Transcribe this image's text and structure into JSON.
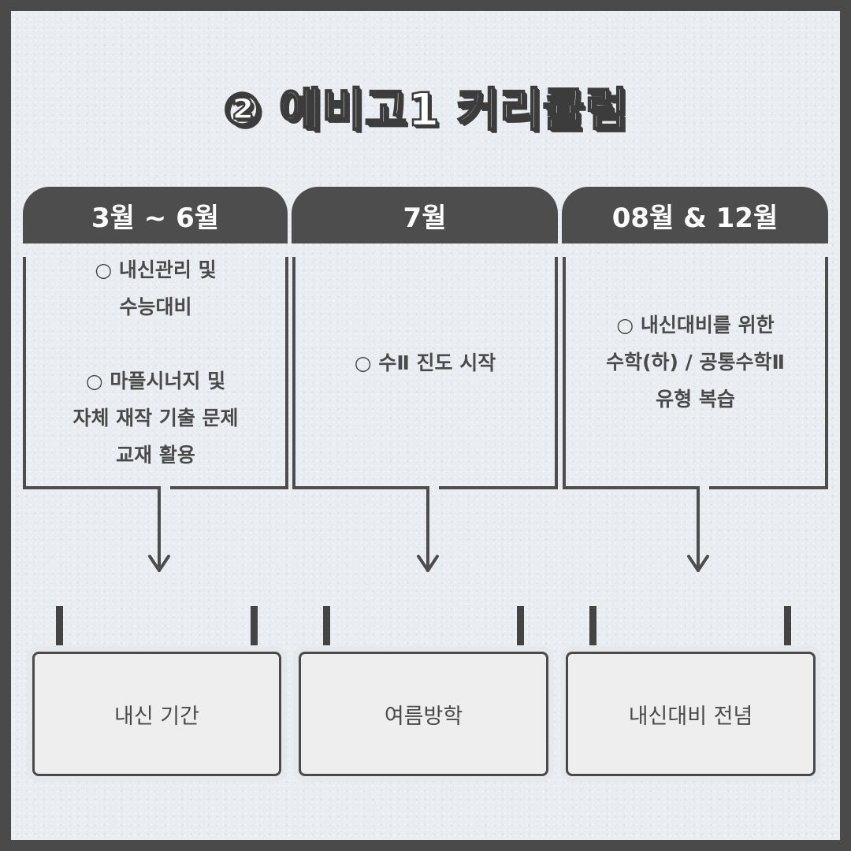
{
  "title": "② 예비고1 커리큘럼",
  "columns": [
    {
      "period": "3월 ~ 6월",
      "lines": [
        "○ 내신관리 및",
        "수능대비",
        "",
        "○ 마플시너지 및",
        "자체 재작 기출 문제",
        "교재 활용"
      ],
      "result": "내신 기간"
    },
    {
      "period": "7월",
      "lines": [
        "○ 수Ⅱ 진도 시작"
      ],
      "result": "여름방학"
    },
    {
      "period": "08월 & 12월",
      "lines": [
        "○ 내신대비를 위한",
        "수학(하) / 공통수학Ⅱ",
        "유형 복습"
      ],
      "result": "내신대비 전념"
    }
  ],
  "colors": {
    "frame": "#4a4a4a",
    "tab": "#4d4d4d",
    "background": "#e9edf1",
    "box_fill": "#eeeeee",
    "text": "#4a4a4a"
  }
}
